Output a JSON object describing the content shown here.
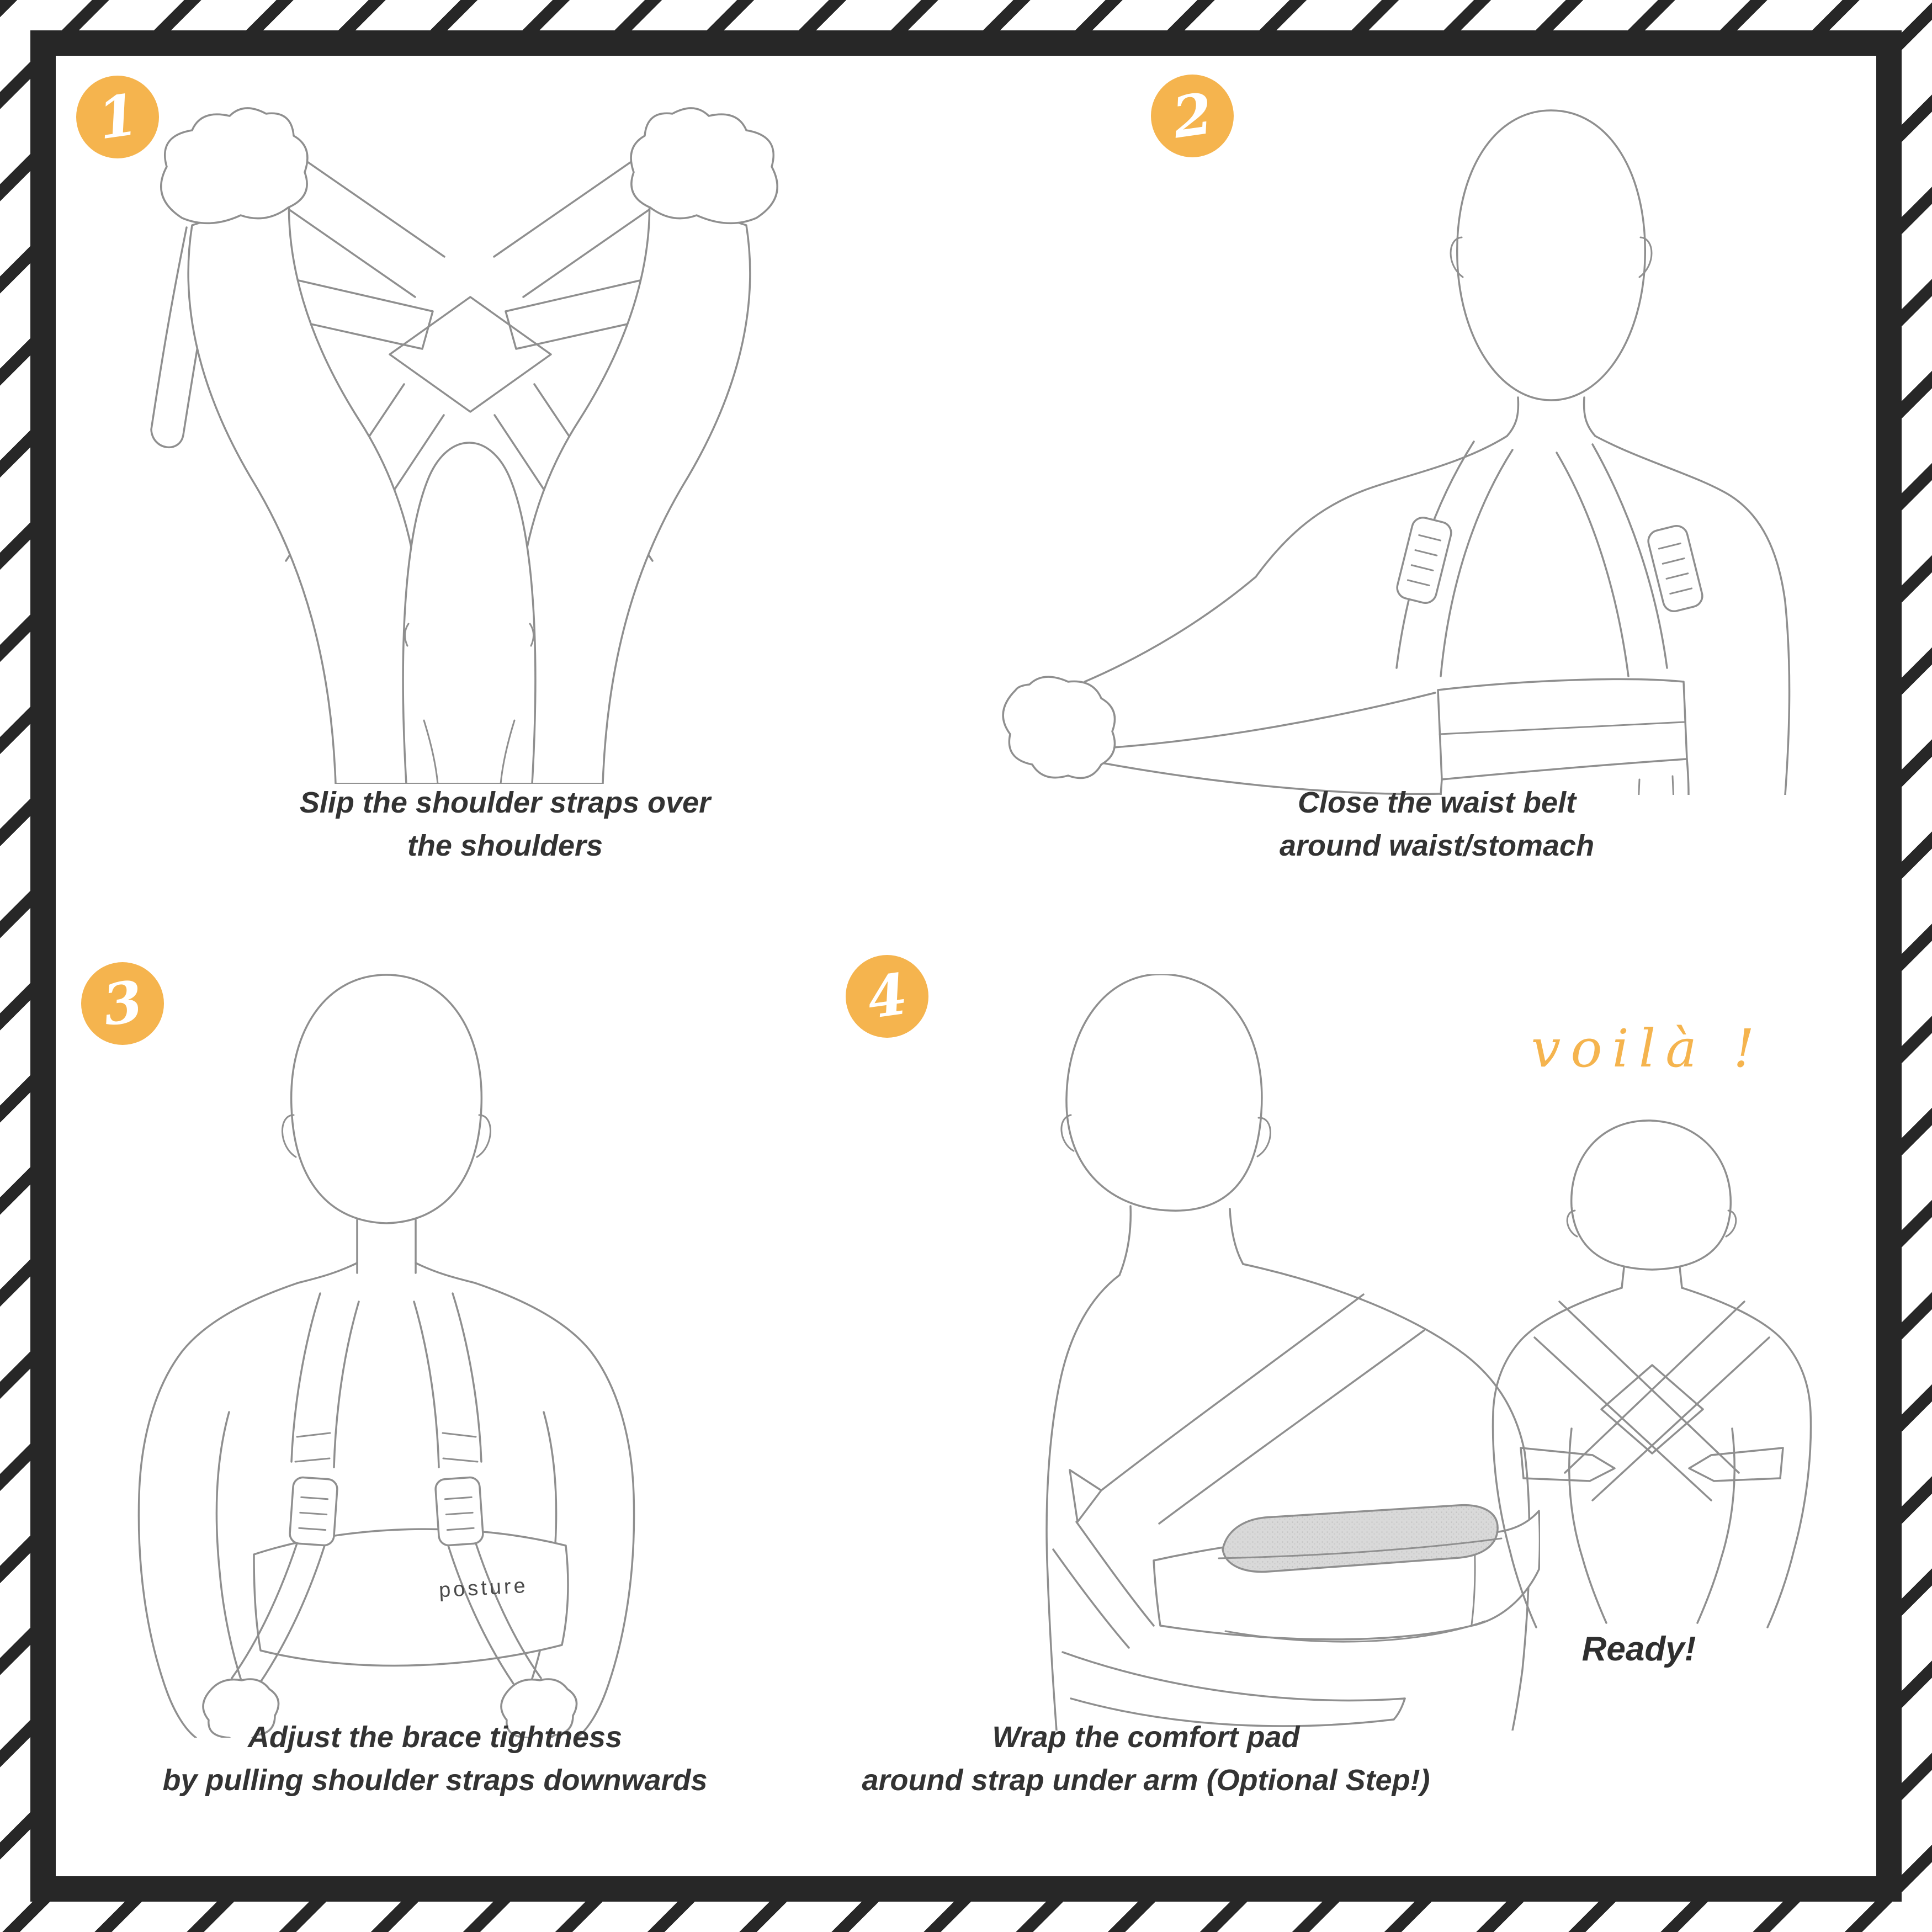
{
  "palette": {
    "frame": "#272727",
    "accent": "#f5b44e",
    "sketch_line": "#8f8f8f",
    "caption_text": "#333333",
    "pad_fill": "#d9d9d9"
  },
  "steps": [
    {
      "number": "1",
      "caption": [
        "Slip the shoulder straps over",
        "the shoulders"
      ]
    },
    {
      "number": "2",
      "caption": [
        "Close the waist belt",
        "around waist/stomach"
      ]
    },
    {
      "number": "3",
      "caption": [
        "Adjust the brace tightness",
        "by pulling shoulder straps downwards"
      ]
    },
    {
      "number": "4",
      "caption": [
        "Wrap the comfort pad",
        "around strap under arm (Optional Step!)"
      ]
    }
  ],
  "result": {
    "exclamation": "voilà !",
    "label": "Ready!"
  },
  "brand_label": "posture"
}
